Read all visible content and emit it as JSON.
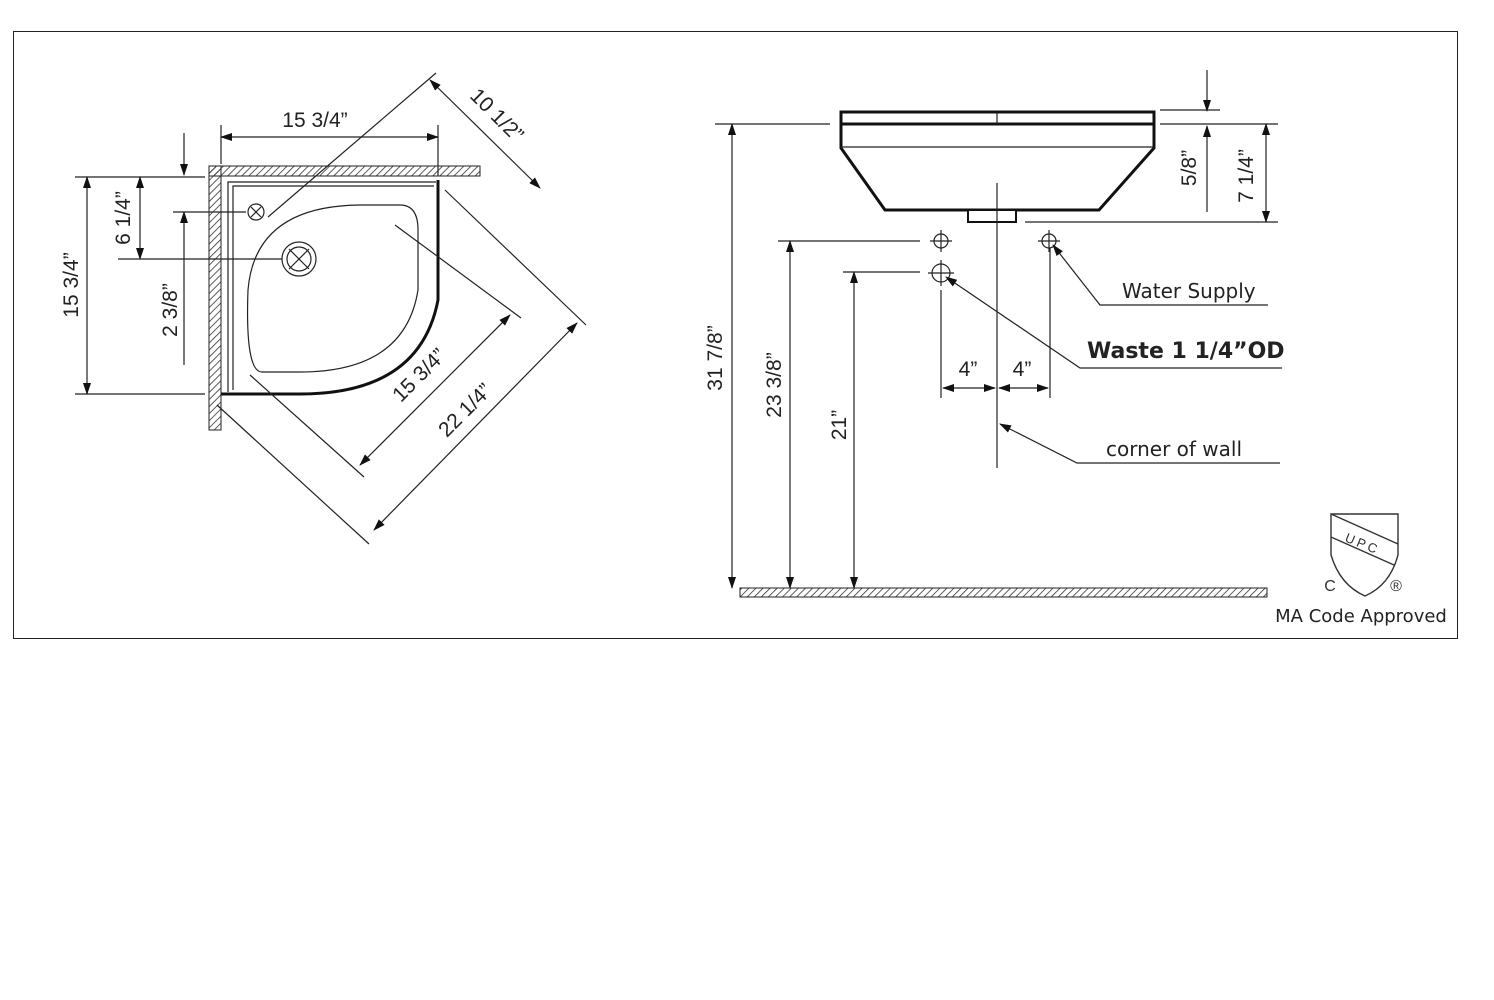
{
  "top_view": {
    "dims": {
      "width_top": "15 3/4”",
      "depth_left": "15 3/4”",
      "supply_offset": "6 1/4”",
      "drain_offset": "2 3/8”",
      "front_depth": "10 1/2”",
      "diag_inner": "15 3/4”",
      "diag_outer": "22 1/4”"
    }
  },
  "side_view": {
    "dims": {
      "rim": "5/8”",
      "bowl_height": "7 1/4”",
      "total_height": "31 7/8”",
      "supply_height": "23 3/8”",
      "waste_height": "21”",
      "left_offset": "4”",
      "right_offset": "4”"
    },
    "labels": {
      "water_supply": "Water Supply",
      "waste": "Waste 1 1/4”OD",
      "corner": "corner of wall"
    }
  },
  "certification": {
    "badge_text": "UPC",
    "left_mark": "C",
    "right_mark": "®",
    "caption": "MA Code Approved"
  }
}
